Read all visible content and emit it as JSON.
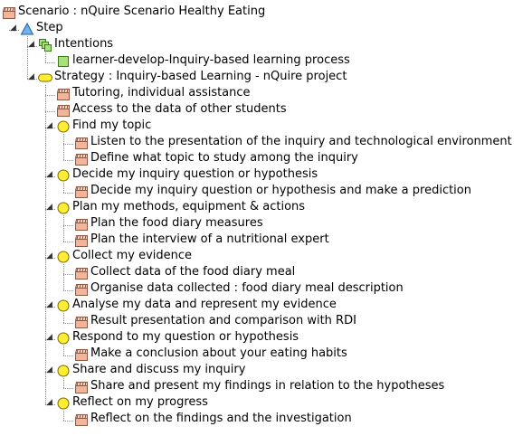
{
  "tree": [
    {
      "level": 0,
      "icon": "clapper-icon",
      "label": "Scenario : nQuire Scenario Healthy Eating",
      "expanded": null
    },
    {
      "level": 1,
      "icon": "triangle-icon",
      "label": "Step",
      "expanded": true
    },
    {
      "level": 2,
      "icon": "intentions-icon",
      "label": "Intentions",
      "expanded": true
    },
    {
      "level": 3,
      "icon": "green-square-icon",
      "label": "learner-develop-Inquiry-based learning process",
      "expanded": null
    },
    {
      "level": 2,
      "icon": "yellow-pill-icon",
      "label": "Strategy : Inquiry-based Learning - nQuire project",
      "expanded": true
    },
    {
      "level": 3,
      "icon": "clapper-icon",
      "label": "Tutoring, individual assistance",
      "expanded": null
    },
    {
      "level": 3,
      "icon": "clapper-icon",
      "label": "Access to the data of other students",
      "expanded": null
    },
    {
      "level": 3,
      "icon": "yellow-circle-icon",
      "label": "Find my topic",
      "expanded": true
    },
    {
      "level": 4,
      "icon": "clapper-icon",
      "label": "Listen to the presentation of the inquiry and technological environment",
      "expanded": null
    },
    {
      "level": 4,
      "icon": "clapper-icon",
      "label": "Define what topic to study among the inquiry",
      "expanded": null
    },
    {
      "level": 3,
      "icon": "yellow-circle-icon",
      "label": "Decide my inquiry question or hypothesis",
      "expanded": true
    },
    {
      "level": 4,
      "icon": "clapper-icon",
      "label": "Decide my inquiry question or hypothesis and make a prediction",
      "expanded": null
    },
    {
      "level": 3,
      "icon": "yellow-circle-icon",
      "label": "Plan my methods, equipment & actions",
      "expanded": true
    },
    {
      "level": 4,
      "icon": "clapper-icon",
      "label": "Plan the food diary measures",
      "expanded": null
    },
    {
      "level": 4,
      "icon": "clapper-icon",
      "label": "Plan the interview of a nutritional expert",
      "expanded": null
    },
    {
      "level": 3,
      "icon": "yellow-circle-icon",
      "label": "Collect my evidence",
      "expanded": true
    },
    {
      "level": 4,
      "icon": "clapper-icon",
      "label": "Collect data of the food diary meal",
      "expanded": null
    },
    {
      "level": 4,
      "icon": "clapper-icon",
      "label": "Organise data collected : food diary meal description",
      "expanded": null
    },
    {
      "level": 3,
      "icon": "yellow-circle-icon",
      "label": "Analyse my data and represent my evidence",
      "expanded": true
    },
    {
      "level": 4,
      "icon": "clapper-icon",
      "label": "Result presentation and comparison with RDI",
      "expanded": null
    },
    {
      "level": 3,
      "icon": "yellow-circle-icon",
      "label": "Respond to my question or hypothesis",
      "expanded": true
    },
    {
      "level": 4,
      "icon": "clapper-icon",
      "label": "Make a conclusion about your eating habits",
      "expanded": null
    },
    {
      "level": 3,
      "icon": "yellow-circle-icon",
      "label": "Share and discuss my inquiry",
      "expanded": true
    },
    {
      "level": 4,
      "icon": "clapper-icon",
      "label": "Share and present my findings in relation to the hypotheses",
      "expanded": null
    },
    {
      "level": 3,
      "icon": "yellow-circle-icon",
      "label": "Reflect on my progress",
      "expanded": true
    },
    {
      "level": 4,
      "icon": "clapper-icon",
      "label": "Reflect on the findings and the investigation",
      "expanded": null
    }
  ]
}
